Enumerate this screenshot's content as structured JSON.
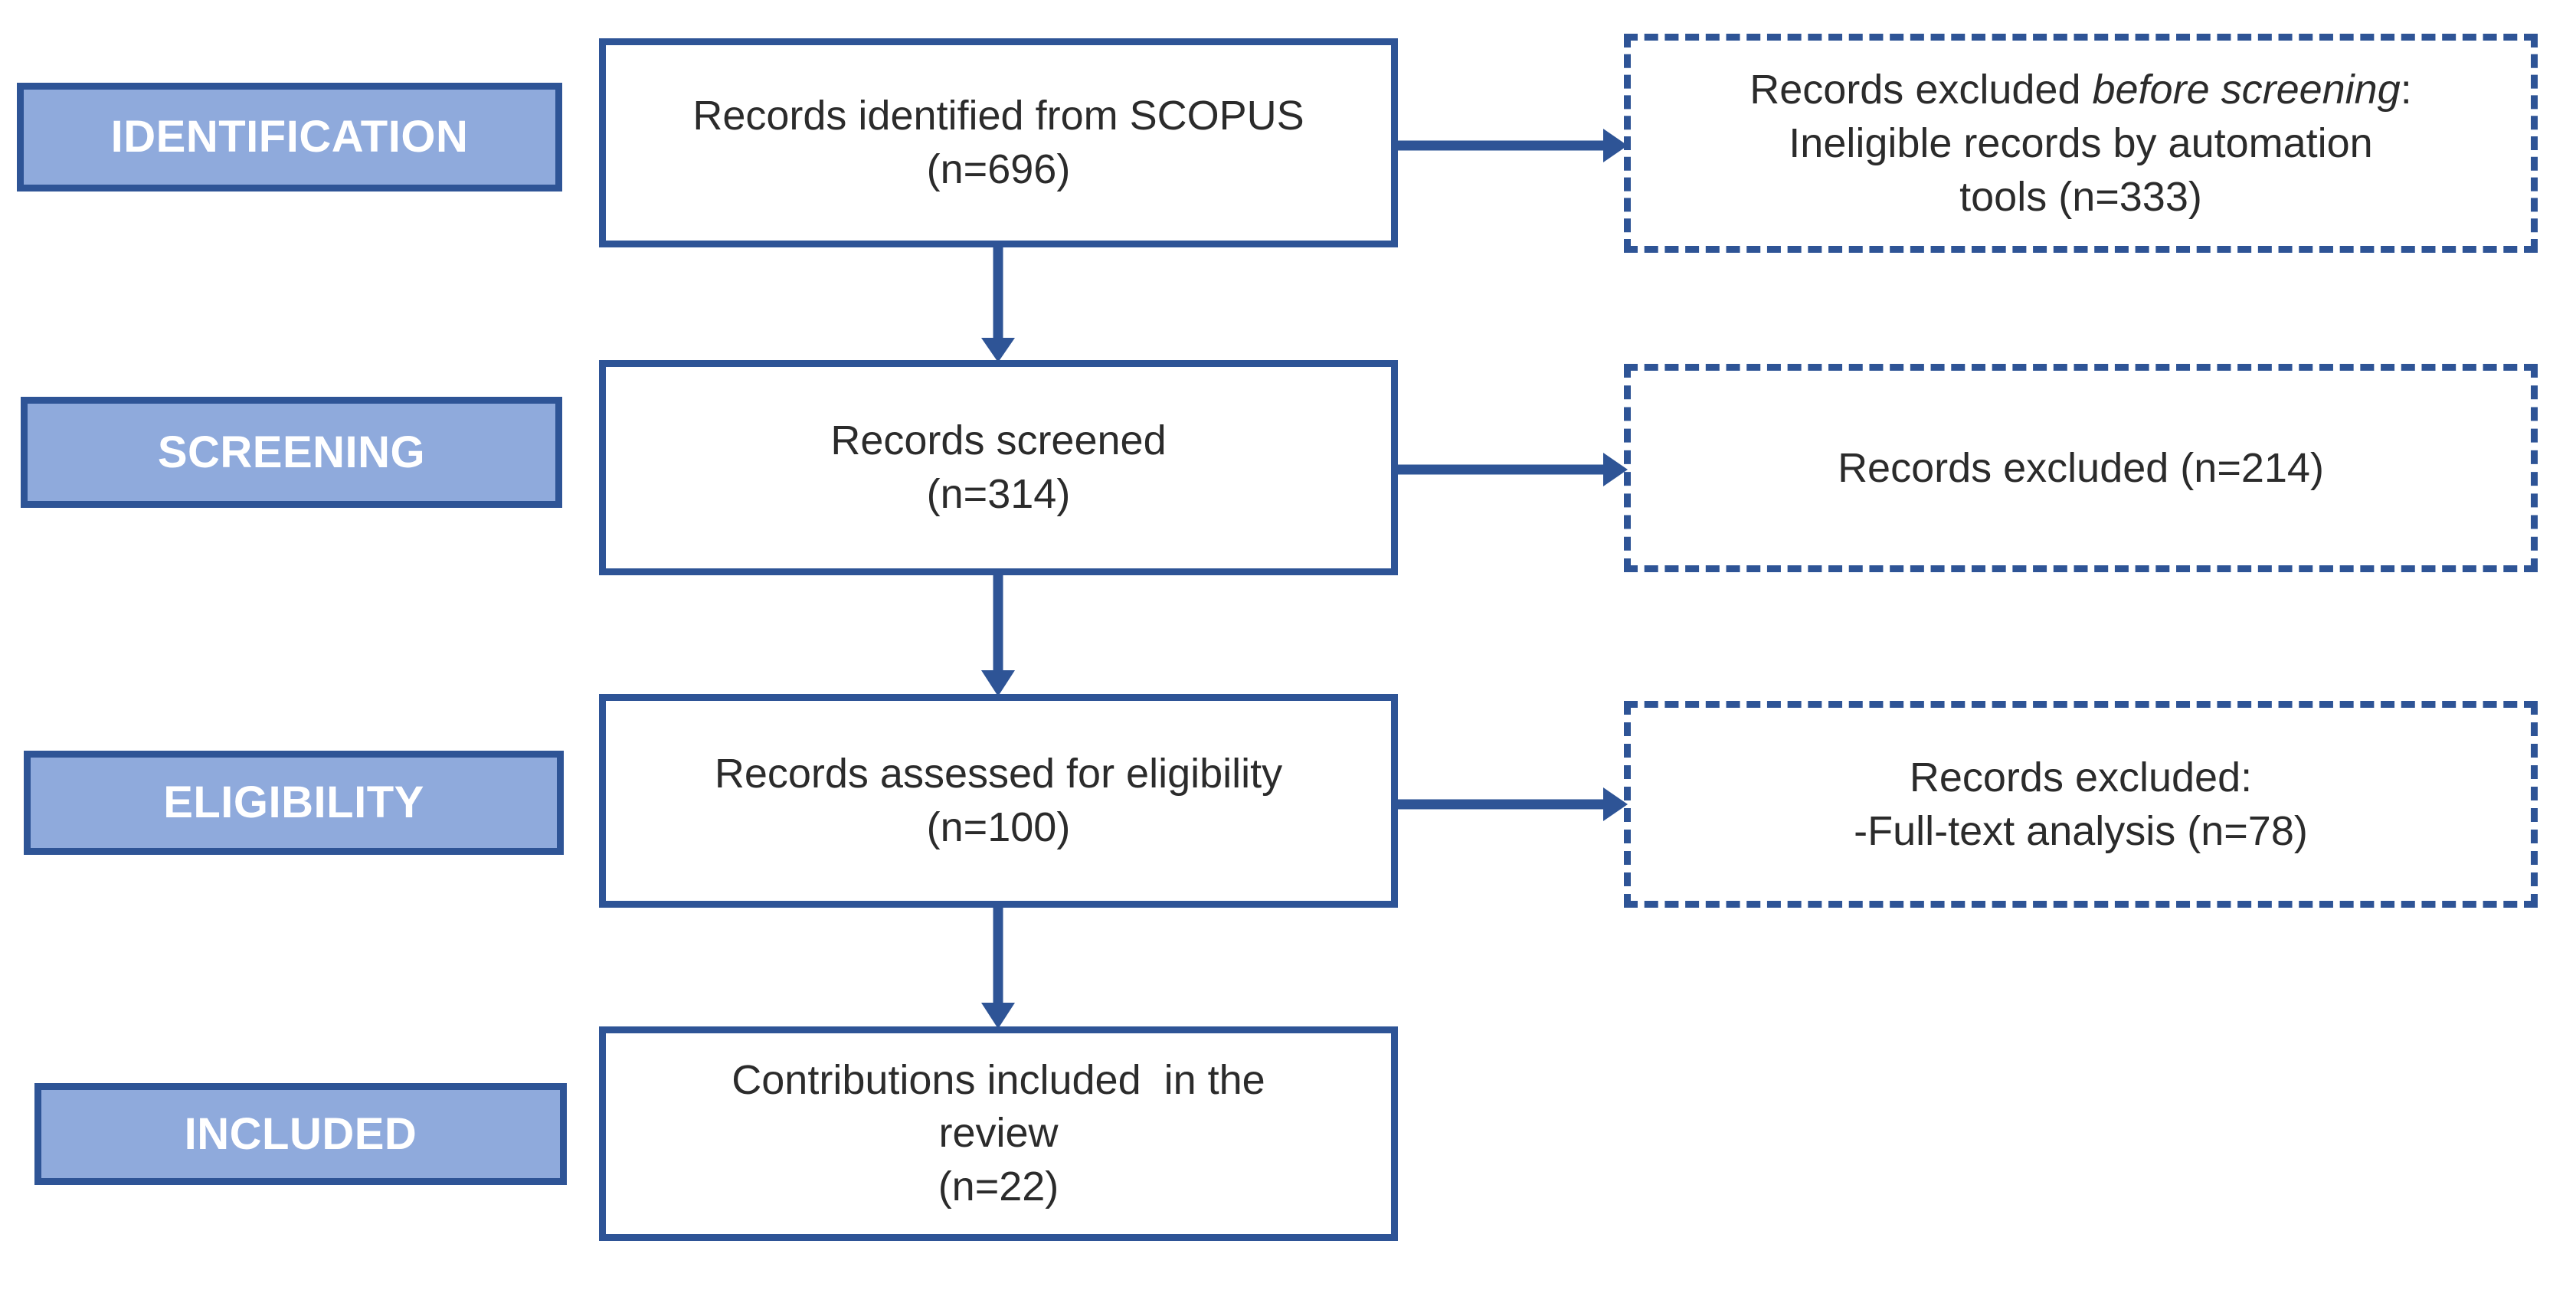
{
  "diagram": {
    "title": "PRISMA flow diagram",
    "colors": {
      "border": "#2E5496",
      "label_fill": "#8FAADC",
      "label_text": "#FFFFFF",
      "body_text": "#2B2B2B",
      "background": "#FFFFFF",
      "arrow": "#2E5496"
    }
  },
  "stages": [
    {
      "id": "identification",
      "label": "IDENTIFICATION"
    },
    {
      "id": "screening",
      "label": "SCREENING"
    },
    {
      "id": "eligibility",
      "label": "ELIGIBILITY"
    },
    {
      "id": "included",
      "label": "INCLUDED"
    }
  ],
  "process_boxes": [
    {
      "id": "identified",
      "line1": "Records identified from SCOPUS",
      "line2": "(n=696)",
      "n": 696
    },
    {
      "id": "screened",
      "line1": "Records screened",
      "line2": "(n=314)",
      "n": 314
    },
    {
      "id": "assessed",
      "line1": "Records assessed for eligibility",
      "line2": "(n=100)",
      "n": 100
    },
    {
      "id": "included",
      "line1": "Contributions included  in the",
      "line2": "review",
      "line3": "(n=22)",
      "n": 22
    }
  ],
  "exclusion_boxes": [
    {
      "id": "excluded-before-screening",
      "line1_prefix": "Records excluded ",
      "line1_italic": "before screening",
      "line1_suffix": ":",
      "line2": "Ineligible records by automation",
      "line3": "tools (n=333)",
      "n": 333
    },
    {
      "id": "excluded-screening",
      "line1": "Records excluded (n=214)",
      "n": 214
    },
    {
      "id": "excluded-eligibility",
      "line1": "Records excluded:",
      "line2": "-Full-text analysis (n=78)",
      "n": 78
    }
  ],
  "connectors": [
    {
      "id": "identified-to-excluded",
      "direction": "right"
    },
    {
      "id": "identified-to-screened",
      "direction": "down"
    },
    {
      "id": "screened-to-excluded",
      "direction": "right"
    },
    {
      "id": "screened-to-assessed",
      "direction": "down"
    },
    {
      "id": "assessed-to-excluded",
      "direction": "right"
    },
    {
      "id": "assessed-to-included",
      "direction": "down"
    }
  ]
}
